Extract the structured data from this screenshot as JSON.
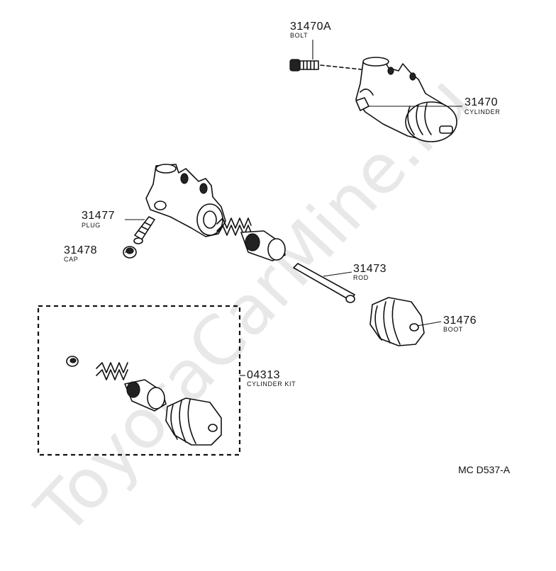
{
  "watermark": "ToyotaCarMine.ru",
  "diagram_code": "MC D537-A",
  "parts": [
    {
      "number": "31470A",
      "name": "BOLT"
    },
    {
      "number": "31470",
      "name": "CYLINDER"
    },
    {
      "number": "31477",
      "name": "PLUG"
    },
    {
      "number": "31478",
      "name": "CAP"
    },
    {
      "number": "31473",
      "name": "ROD"
    },
    {
      "number": "31476",
      "name": "BOOT"
    },
    {
      "number": "04313",
      "name": "CYLINDER KIT"
    }
  ]
}
